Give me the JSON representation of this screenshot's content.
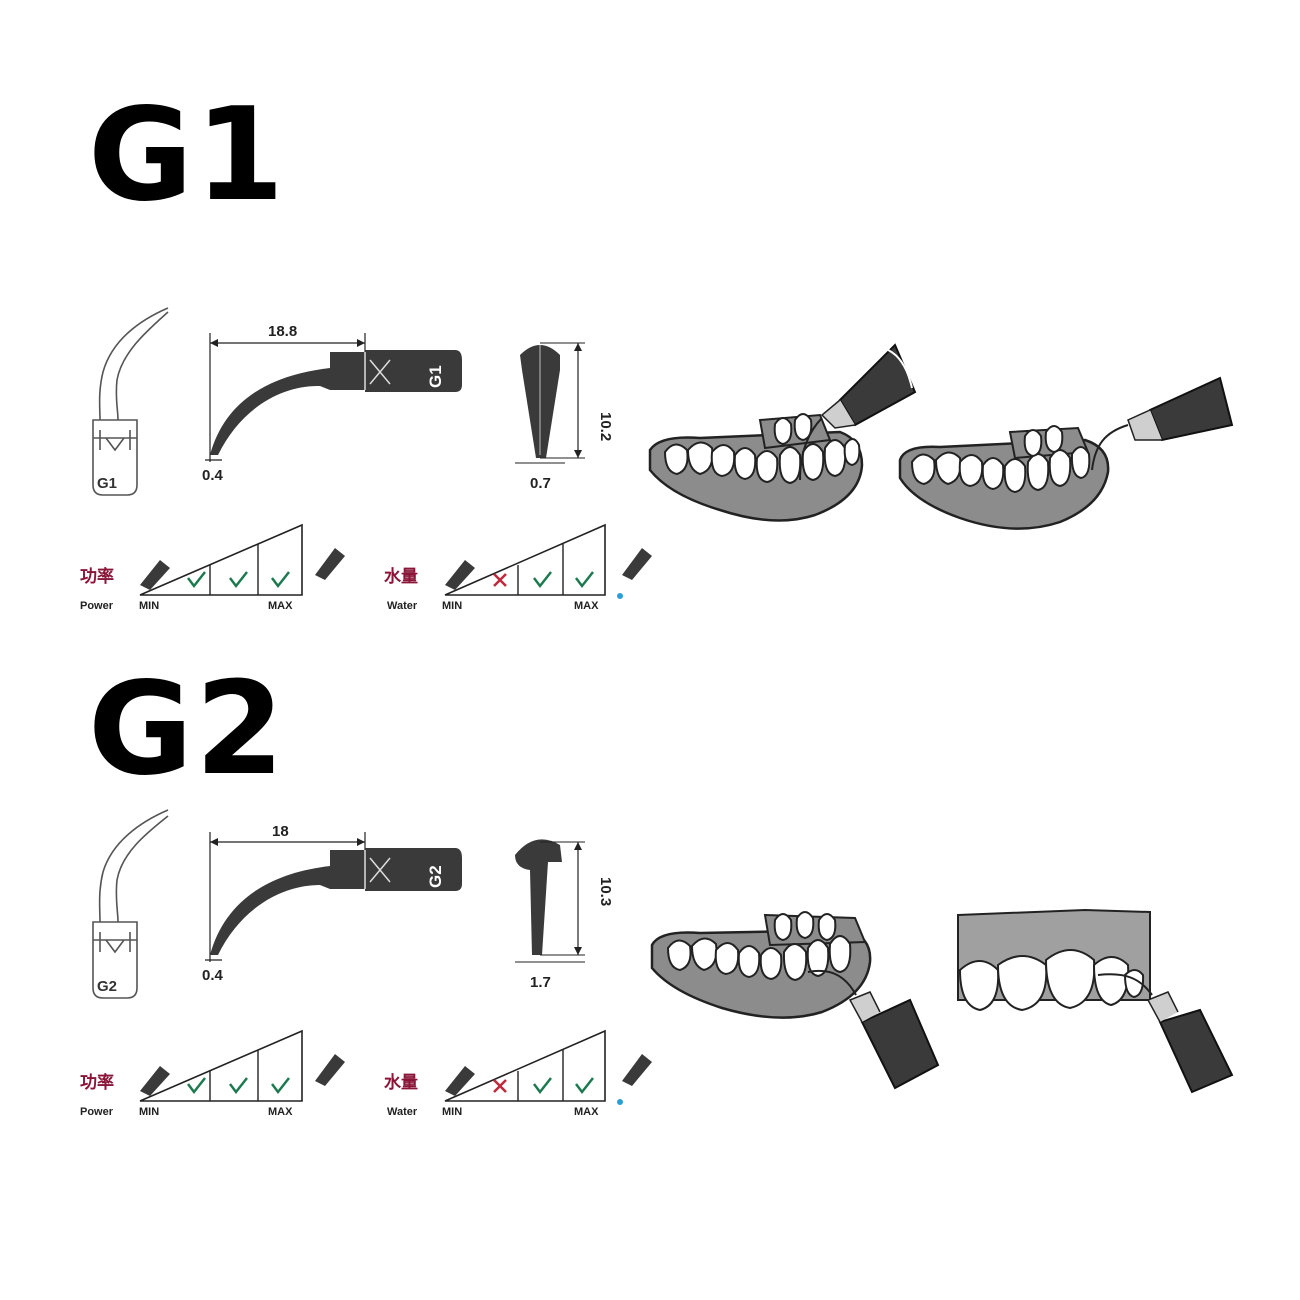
{
  "sections": [
    {
      "title": "G1",
      "tip_label": "G1",
      "length": "18.8",
      "tip_width": "0.4",
      "height": "10.2",
      "tip_thickness": "0.7",
      "power": {
        "cn": "功率",
        "en": "Power",
        "min": "MIN",
        "max": "MAX",
        "marks": [
          "check",
          "check",
          "check"
        ]
      },
      "water": {
        "cn": "水量",
        "en": "Water",
        "min": "MIN",
        "max": "MAX",
        "marks": [
          "cross",
          "check",
          "check"
        ]
      }
    },
    {
      "title": "G2",
      "tip_label": "G2",
      "length": "18",
      "tip_width": "0.4",
      "height": "10.3",
      "tip_thickness": "1.7",
      "power": {
        "cn": "功率",
        "en": "Power",
        "min": "MIN",
        "max": "MAX",
        "marks": [
          "check",
          "check",
          "check"
        ]
      },
      "water": {
        "cn": "水量",
        "en": "Water",
        "min": "MIN",
        "max": "MAX",
        "marks": [
          "cross",
          "check",
          "check"
        ]
      }
    }
  ],
  "icons": {
    "check": "checkmark-icon",
    "cross": "cross-icon",
    "tip": "scaler-tip-icon",
    "handpiece": "handpiece-icon",
    "jaw": "dental-arch-icon"
  },
  "colors": {
    "metal": "#3a3a3a",
    "gum": "#8c8c8c",
    "check": "#1d7a50",
    "cross": "#c0283c",
    "label_cn": "#8a1538",
    "water_drop": "#2a9fd6"
  }
}
